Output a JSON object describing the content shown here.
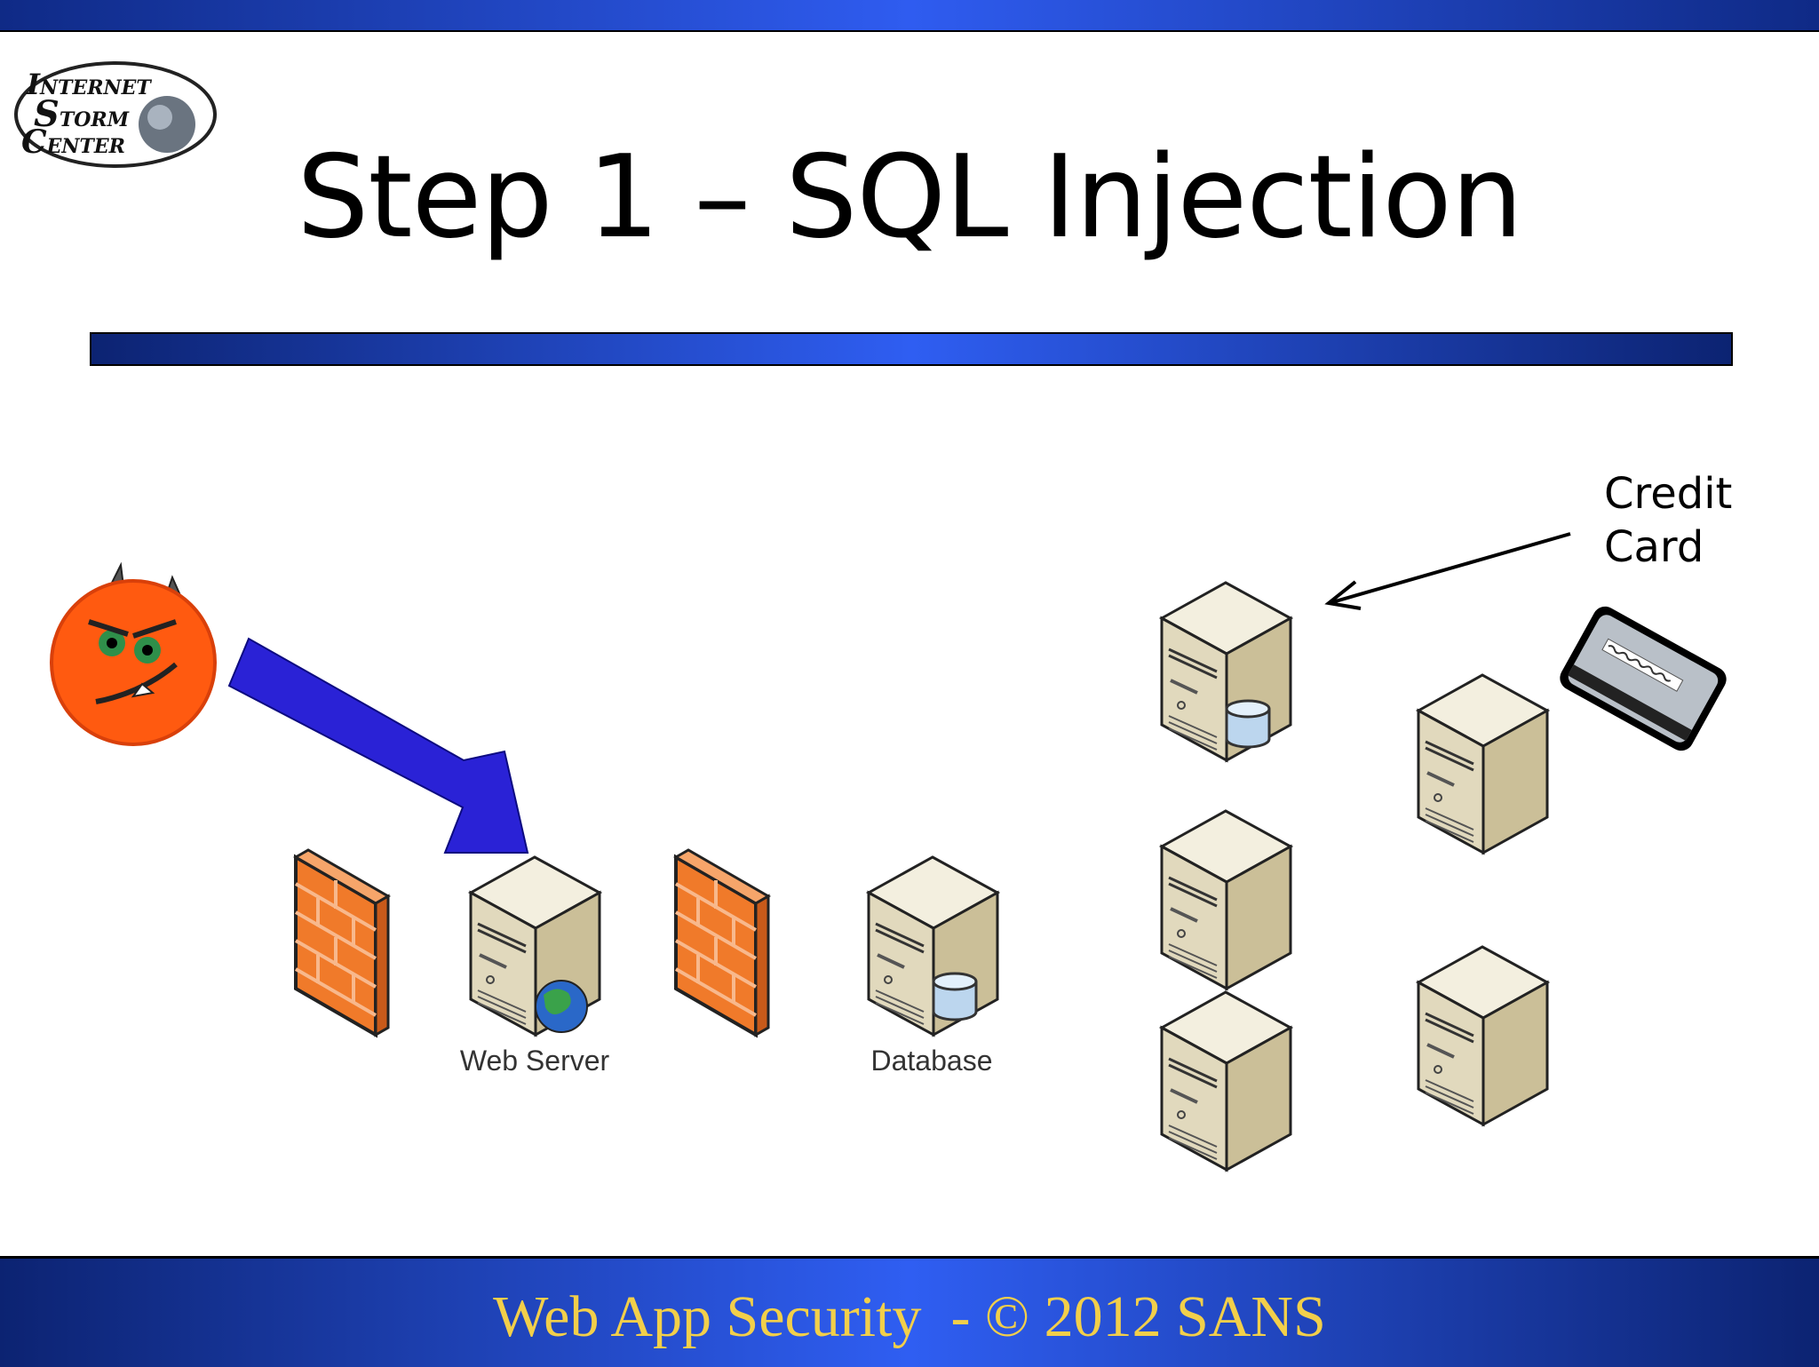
{
  "slide": {
    "title": "Step 1 – SQL Injection",
    "footer": "Web App Security  - © 2012 SANS"
  },
  "logo": {
    "lines": [
      "INTERNET",
      "STORM",
      "CENTER"
    ]
  },
  "diagram": {
    "nodes": {
      "web_server": "Web Server",
      "database": "Database"
    },
    "callout": [
      "Credit",
      "Card"
    ]
  },
  "colors": {
    "band": "#2f5cf0",
    "footer_text": "#f2cf4a",
    "attack_arrow": "#2a22d6",
    "firewall": "#f07a2a",
    "devil": "#ff5a10"
  }
}
